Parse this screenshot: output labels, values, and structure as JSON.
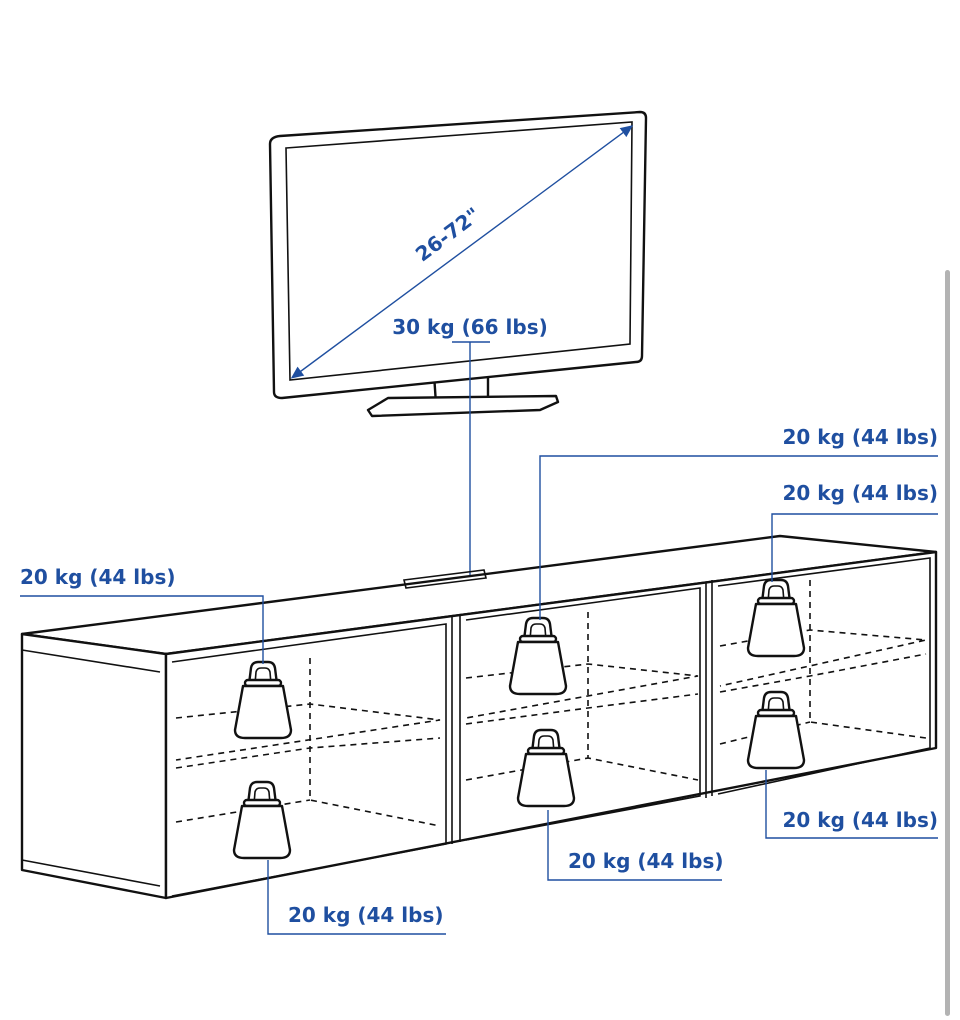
{
  "tv": {
    "size_range": "26-72\"",
    "max_load": "30 kg (66 lbs)"
  },
  "compartments": [
    {
      "id": "left-top",
      "load": "20 kg (44 lbs)"
    },
    {
      "id": "left-bottom",
      "load": "20 kg (44 lbs)"
    },
    {
      "id": "middle-top",
      "load": "20 kg (44 lbs)"
    },
    {
      "id": "middle-bottom",
      "load": "20 kg (44 lbs)"
    },
    {
      "id": "right-top",
      "load": "20 kg (44 lbs)"
    },
    {
      "id": "right-bottom",
      "load": "20 kg (44 lbs)"
    }
  ],
  "colors": {
    "annotation": "#1f4fa0",
    "line_art": "#111111",
    "background": "#ffffff"
  }
}
